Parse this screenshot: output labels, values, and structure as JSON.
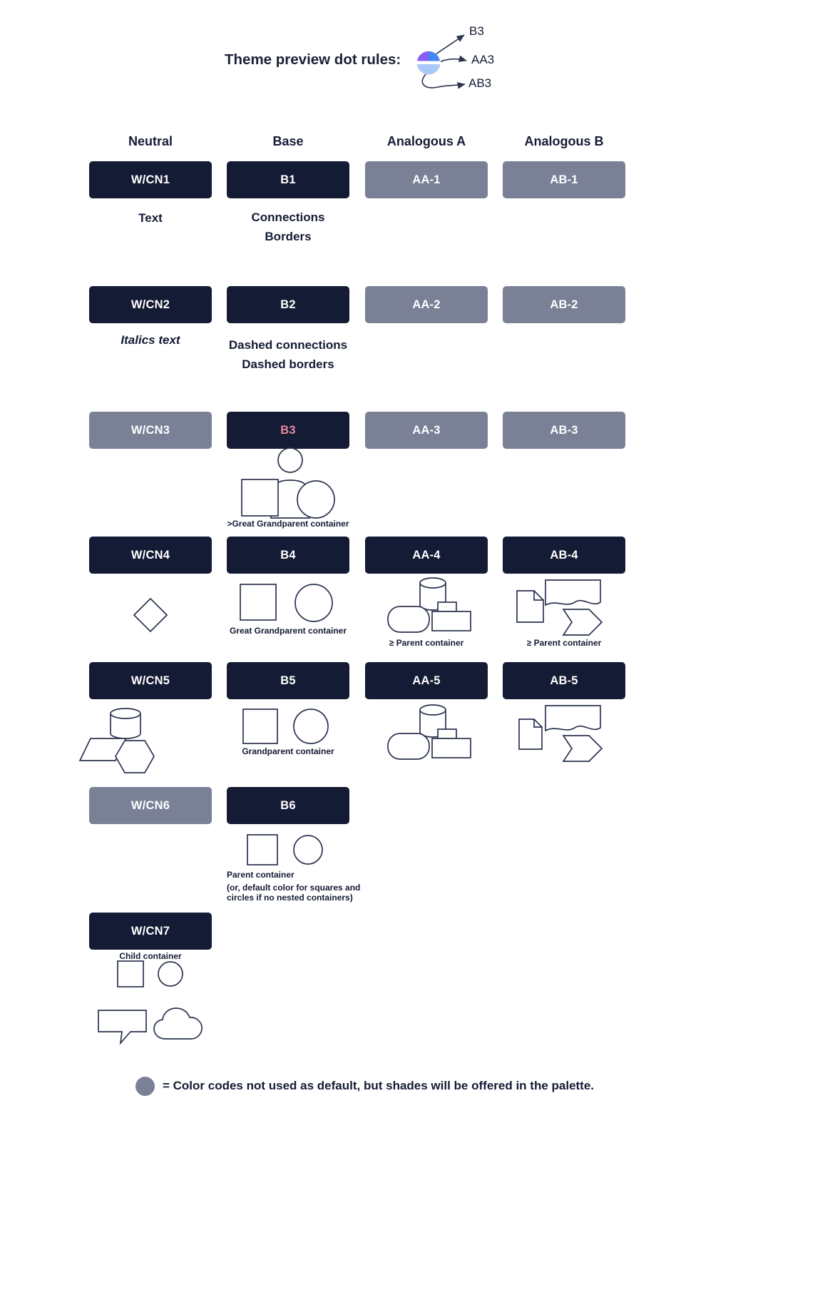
{
  "header": {
    "title": "Theme preview dot rules:",
    "arrows": {
      "b3": "B3",
      "aa3": "AA3",
      "ab3": "AB3"
    }
  },
  "columns": {
    "neutral": "Neutral",
    "base": "Base",
    "analogous_a": "Analogous A",
    "analogous_b": "Analogous B"
  },
  "swatches": {
    "wcn1": "W/CN1",
    "b1": "B1",
    "aa1": "AA-1",
    "ab1": "AB-1",
    "wcn2": "W/CN2",
    "b2": "B2",
    "aa2": "AA-2",
    "ab2": "AB-2",
    "wcn3": "W/CN3",
    "b3": "B3",
    "aa3": "AA-3",
    "ab3": "AB-3",
    "wcn4": "W/CN4",
    "b4": "B4",
    "aa4": "AA-4",
    "ab4": "AB-4",
    "wcn5": "W/CN5",
    "b5": "B5",
    "aa5": "AA-5",
    "ab5": "AB-5",
    "wcn6": "W/CN6",
    "b6": "B6",
    "wcn7": "W/CN7"
  },
  "captions": {
    "wcn1": "Text",
    "b1_line1": "Connections",
    "b1_line2": "Borders",
    "wcn2": "Italics text",
    "b2_line1": "Dashed connections",
    "b2_line2": "Dashed borders",
    "b3": ">Great Grandparent container",
    "b4": "Great Grandparent container",
    "aa4": "≥ Parent container",
    "ab4": "≥ Parent container",
    "b5": "Grandparent container",
    "b6_line1": "Parent container",
    "b6_line2": "(or, default color for squares and circles if no nested containers)",
    "wcn7": "Child container"
  },
  "legend": {
    "text": "= Color codes not used as default, but shades will be offered in the palette."
  },
  "colors": {
    "navy": "#141b34",
    "slate_gray": "#7a8197",
    "pink_label": "#e5899d",
    "shape_outline": "#2b334f",
    "dot_purple": "#8b5cf6",
    "dot_blue": "#4285f4",
    "dot_light_blue": "#a9c7f7"
  },
  "shape_names": {
    "b3": [
      "person",
      "square",
      "circle"
    ],
    "wcn4": [
      "diamond"
    ],
    "b4": [
      "square",
      "circle"
    ],
    "aa4": [
      "cylinder",
      "stadium",
      "frame"
    ],
    "ab4": [
      "document",
      "wave",
      "chevron"
    ],
    "wcn5": [
      "cylinder",
      "parallelogram",
      "hexagon"
    ],
    "b5": [
      "square",
      "circle"
    ],
    "aa5": [
      "cylinder",
      "stadium",
      "frame"
    ],
    "ab5": [
      "document",
      "wave",
      "chevron"
    ],
    "b6": [
      "square",
      "circle"
    ],
    "wcn7": [
      "square",
      "circle",
      "speech-bubble",
      "cloud"
    ]
  }
}
